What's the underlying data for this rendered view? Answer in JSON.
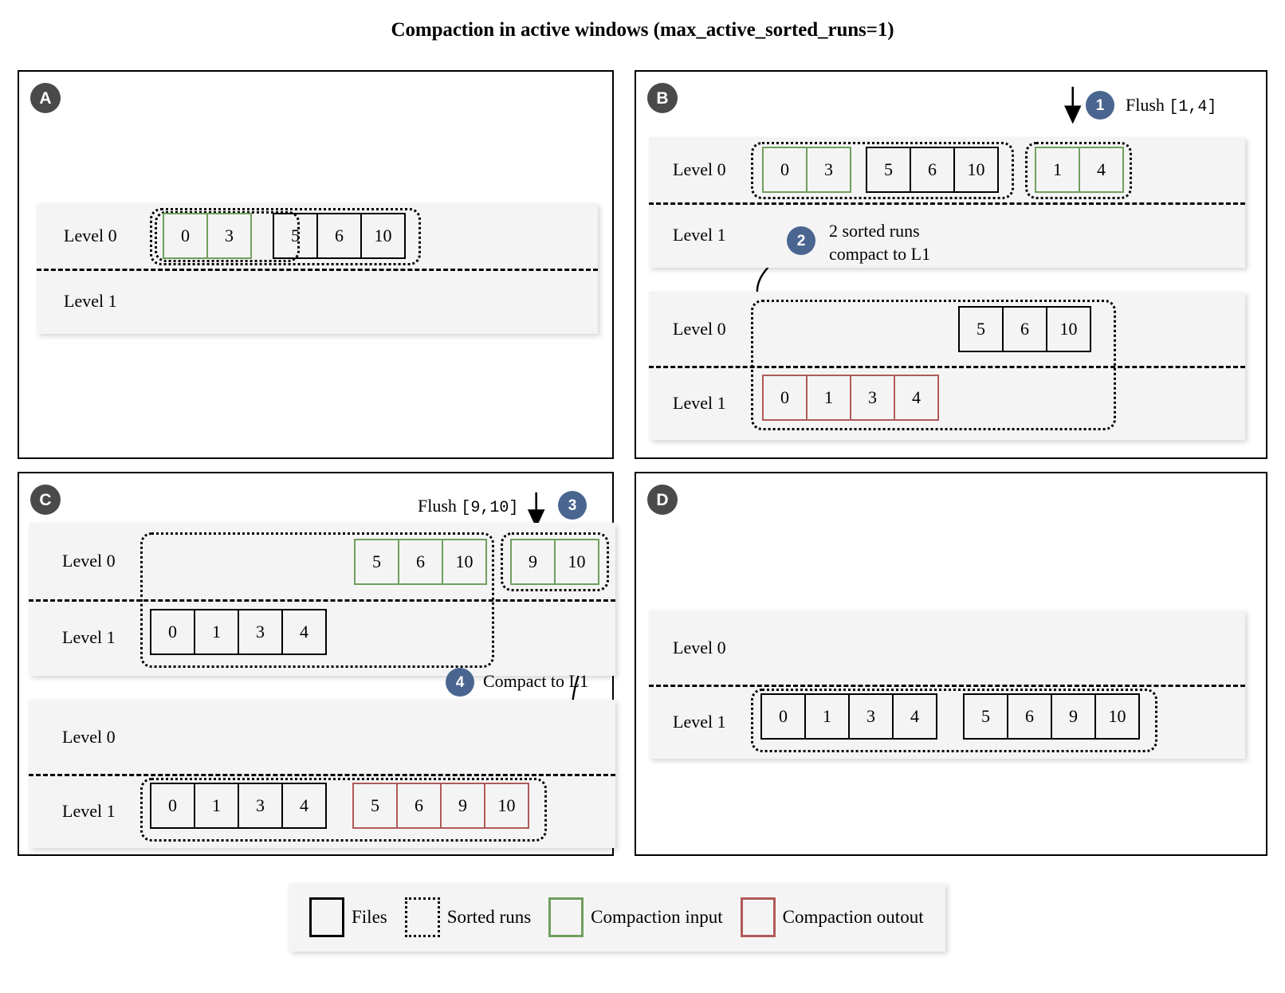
{
  "title": "Compaction in active windows (max_active_sorted_runs=1)",
  "level_labels": {
    "l0": "Level 0",
    "l1": "Level 1"
  },
  "panels": {
    "A": {
      "badge": "A",
      "states": [
        {
          "level0": [
            {
              "style": "green",
              "files": [
                "0",
                "3"
              ]
            },
            {
              "style": "black",
              "files": [
                "5",
                "6",
                "10"
              ]
            }
          ],
          "level1": []
        }
      ]
    },
    "B": {
      "badge": "B",
      "annotations": {
        "flush_label": "Flush",
        "flush_range": "[1,4]",
        "step1": "1",
        "step2": "2",
        "step2_line1": "2 sorted runs",
        "step2_line2": "compact to L1"
      },
      "states": [
        {
          "level0": [
            {
              "style": "green",
              "files": [
                "0",
                "3"
              ]
            },
            {
              "style": "black",
              "files": [
                "5",
                "6",
                "10"
              ]
            },
            {
              "style": "green",
              "files": [
                "1",
                "4"
              ]
            }
          ],
          "level1": []
        },
        {
          "level0": [
            {
              "style": "black",
              "files": [
                "5",
                "6",
                "10"
              ]
            }
          ],
          "level1": [
            {
              "style": "red",
              "files": [
                "0",
                "1",
                "3",
                "4"
              ]
            }
          ]
        }
      ]
    },
    "C": {
      "badge": "C",
      "annotations": {
        "flush_label": "Flush",
        "flush_range": "[9,10]",
        "step3": "3",
        "step4": "4",
        "step4_text": "Compact to L1"
      },
      "states": [
        {
          "level0": [
            {
              "style": "green",
              "files": [
                "5",
                "6",
                "10"
              ]
            },
            {
              "style": "green",
              "files": [
                "9",
                "10"
              ]
            }
          ],
          "level1": [
            {
              "style": "black",
              "files": [
                "0",
                "1",
                "3",
                "4"
              ]
            }
          ]
        },
        {
          "level0": [],
          "level1": [
            {
              "style": "black",
              "files": [
                "0",
                "1",
                "3",
                "4"
              ]
            },
            {
              "style": "red",
              "files": [
                "5",
                "6",
                "9",
                "10"
              ]
            }
          ]
        }
      ]
    },
    "D": {
      "badge": "D",
      "states": [
        {
          "level0": [],
          "level1": [
            {
              "style": "black",
              "files": [
                "0",
                "1",
                "3",
                "4"
              ]
            },
            {
              "style": "black",
              "files": [
                "5",
                "6",
                "9",
                "10"
              ]
            }
          ]
        }
      ]
    }
  },
  "legend": [
    {
      "swatch": "files",
      "label": "Files"
    },
    {
      "swatch": "runs",
      "label": "Sorted runs"
    },
    {
      "swatch": "input",
      "label": "Compaction input"
    },
    {
      "swatch": "output",
      "label": "Compaction outout"
    }
  ],
  "colors": {
    "compaction_input": "#6f9f5e",
    "compaction_output": "#b05a58",
    "step_badge": "#4a6690",
    "panel_badge": "#4a4a4a",
    "band_bg": "#f4f4f4"
  }
}
